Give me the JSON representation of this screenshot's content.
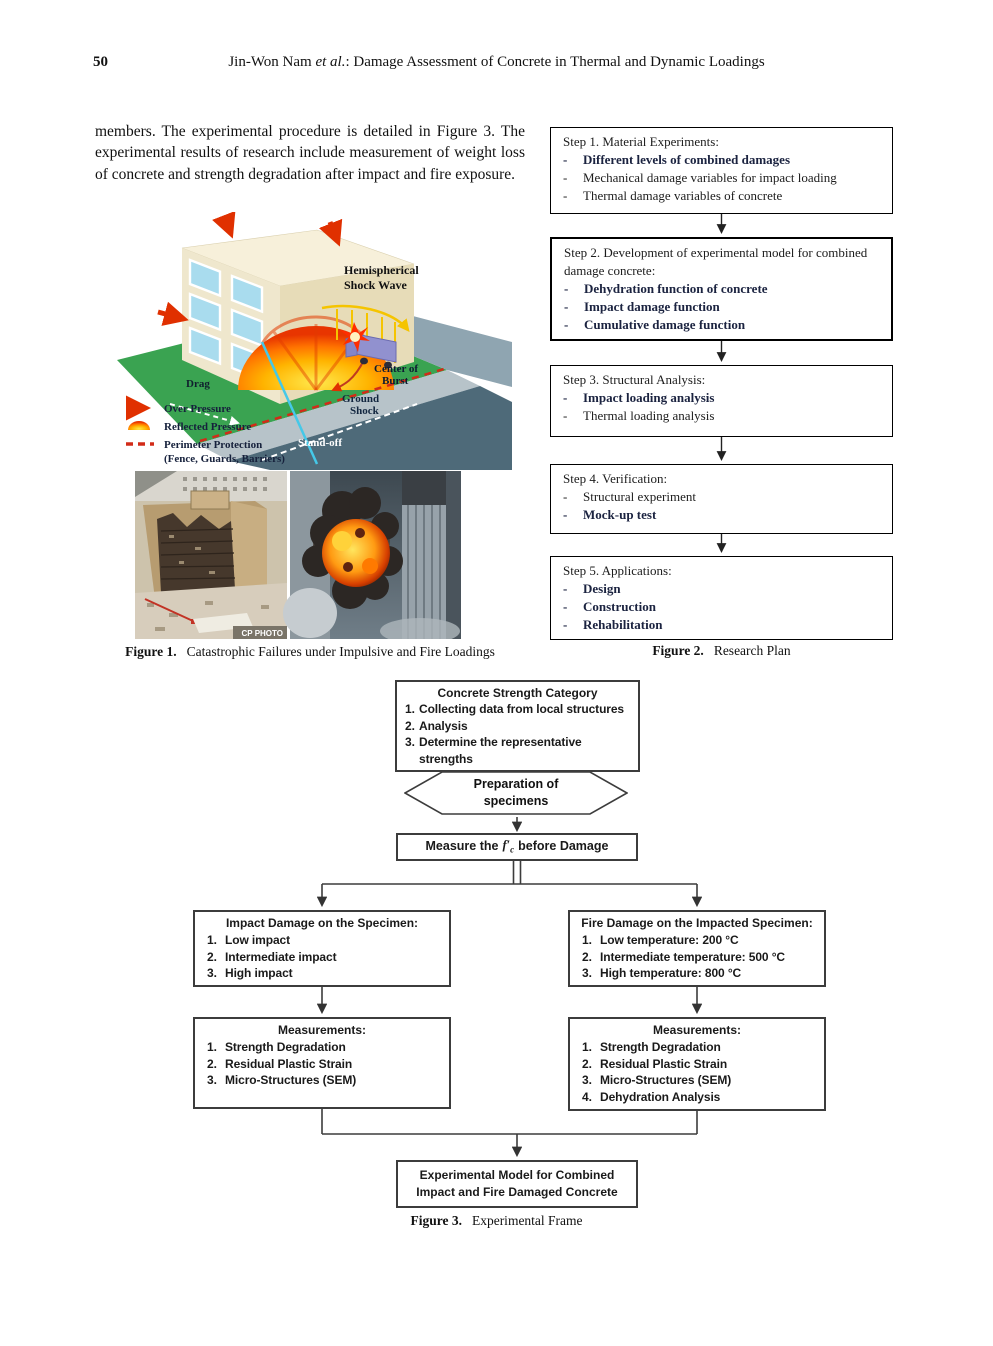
{
  "header": {
    "page_number": "50",
    "author": "Jin-Won Nam ",
    "etal": "et al.",
    "title_rest": ":   Damage Assessment of Concrete in Thermal and Dynamic Loadings"
  },
  "paragraph": "members. The experimental procedure is detailed in Figure 3. The experimental results of research include measurement of weight loss of concrete and strength degradation after impact and fire exposure.",
  "figure1": {
    "caption_label": "Figure 1.",
    "caption_text": "Catastrophic Failures under Impulsive and Fire Loadings",
    "labels": {
      "hemi1": "Hemispherical",
      "hemi2": "Shock Wave",
      "drag": "Drag",
      "burst1": "Center of",
      "burst2": "Burst",
      "ground1": "Ground",
      "ground2": "Shock",
      "standoff": "Stand-off"
    },
    "legend": {
      "over_pressure": "Over Pressure",
      "reflected_pressure": "Reflected Pressure",
      "perimeter1": "Perimeter Protection",
      "perimeter2": "(Fence, Guards, Barriers)"
    },
    "photo_credit": "CP PHOTO",
    "colors": {
      "dome_core": "#ffe94d",
      "dome_edge": "#e83500",
      "lawn": "#3aa351",
      "road_dark": "#4e6a79"
    }
  },
  "figure2": {
    "caption_label": "Figure 2.",
    "caption_text": "Research Plan",
    "dash": "-",
    "steps": [
      {
        "title": "Step 1. Material Experiments:",
        "items": [
          "Different levels of combined damages",
          "Mechanical damage variables for impact loading",
          "Thermal damage variables of concrete"
        ]
      },
      {
        "title": "Step 2. Development of experimental model for combined damage concrete:",
        "items": [
          "Dehydration function of concrete",
          "Impact damage function",
          "Cumulative damage function"
        ]
      },
      {
        "title": "Step 3. Structural Analysis:",
        "items": [
          "Impact loading analysis",
          "Thermal loading analysis"
        ]
      },
      {
        "title": "Step 4. Verification:",
        "items": [
          "Structural experiment",
          "Mock-up test"
        ]
      },
      {
        "title": "Step 5. Applications:",
        "items": [
          "Design",
          "Construction",
          "Rehabilitation"
        ]
      }
    ]
  },
  "figure3": {
    "caption_label": "Figure 3.",
    "caption_text": "Experimental Frame",
    "top_box": {
      "title": "Concrete Strength Category",
      "items": [
        {
          "num": "1.",
          "text": "Collecting data from local structures"
        },
        {
          "num": "2.",
          "text": "Analysis"
        },
        {
          "num": "3.",
          "text": "Determine the representative strengths"
        }
      ]
    },
    "hexagon": {
      "line1": "Preparation of",
      "line2": "specimens"
    },
    "measure_box": {
      "pre": "Measure the",
      "f": "f",
      "prime": "′",
      "sub": "c",
      "post": "before Damage"
    },
    "impact_box": {
      "title": "Impact Damage on the Specimen:",
      "items": [
        {
          "num": "1.",
          "text": "Low impact"
        },
        {
          "num": "2.",
          "text": "Intermediate impact"
        },
        {
          "num": "3.",
          "text": "High impact"
        }
      ]
    },
    "fire_box": {
      "title": "Fire Damage on the Impacted Specimen:",
      "items": [
        {
          "num": "1.",
          "text": "Low temperature: 200 °C"
        },
        {
          "num": "2.",
          "text": "Intermediate temperature: 500 °C"
        },
        {
          "num": "3.",
          "text": "High temperature: 800 °C"
        }
      ]
    },
    "measurements_left": {
      "title": "Measurements:",
      "items": [
        {
          "num": "1.",
          "text": "Strength Degradation"
        },
        {
          "num": "2.",
          "text": "Residual Plastic Strain"
        },
        {
          "num": "3.",
          "text": "Micro-Structures (SEM)"
        }
      ]
    },
    "measurements_right": {
      "title": "Measurements:",
      "items": [
        {
          "num": "1.",
          "text": "Strength Degradation"
        },
        {
          "num": "2.",
          "text": "Residual Plastic Strain"
        },
        {
          "num": "3.",
          "text": "Micro-Structures (SEM)"
        },
        {
          "num": "4.",
          "text": "Dehydration Analysis"
        }
      ]
    },
    "bottom_box": {
      "line1": "Experimental Model for Combined",
      "line2": "Impact and Fire Damaged Concrete"
    }
  }
}
